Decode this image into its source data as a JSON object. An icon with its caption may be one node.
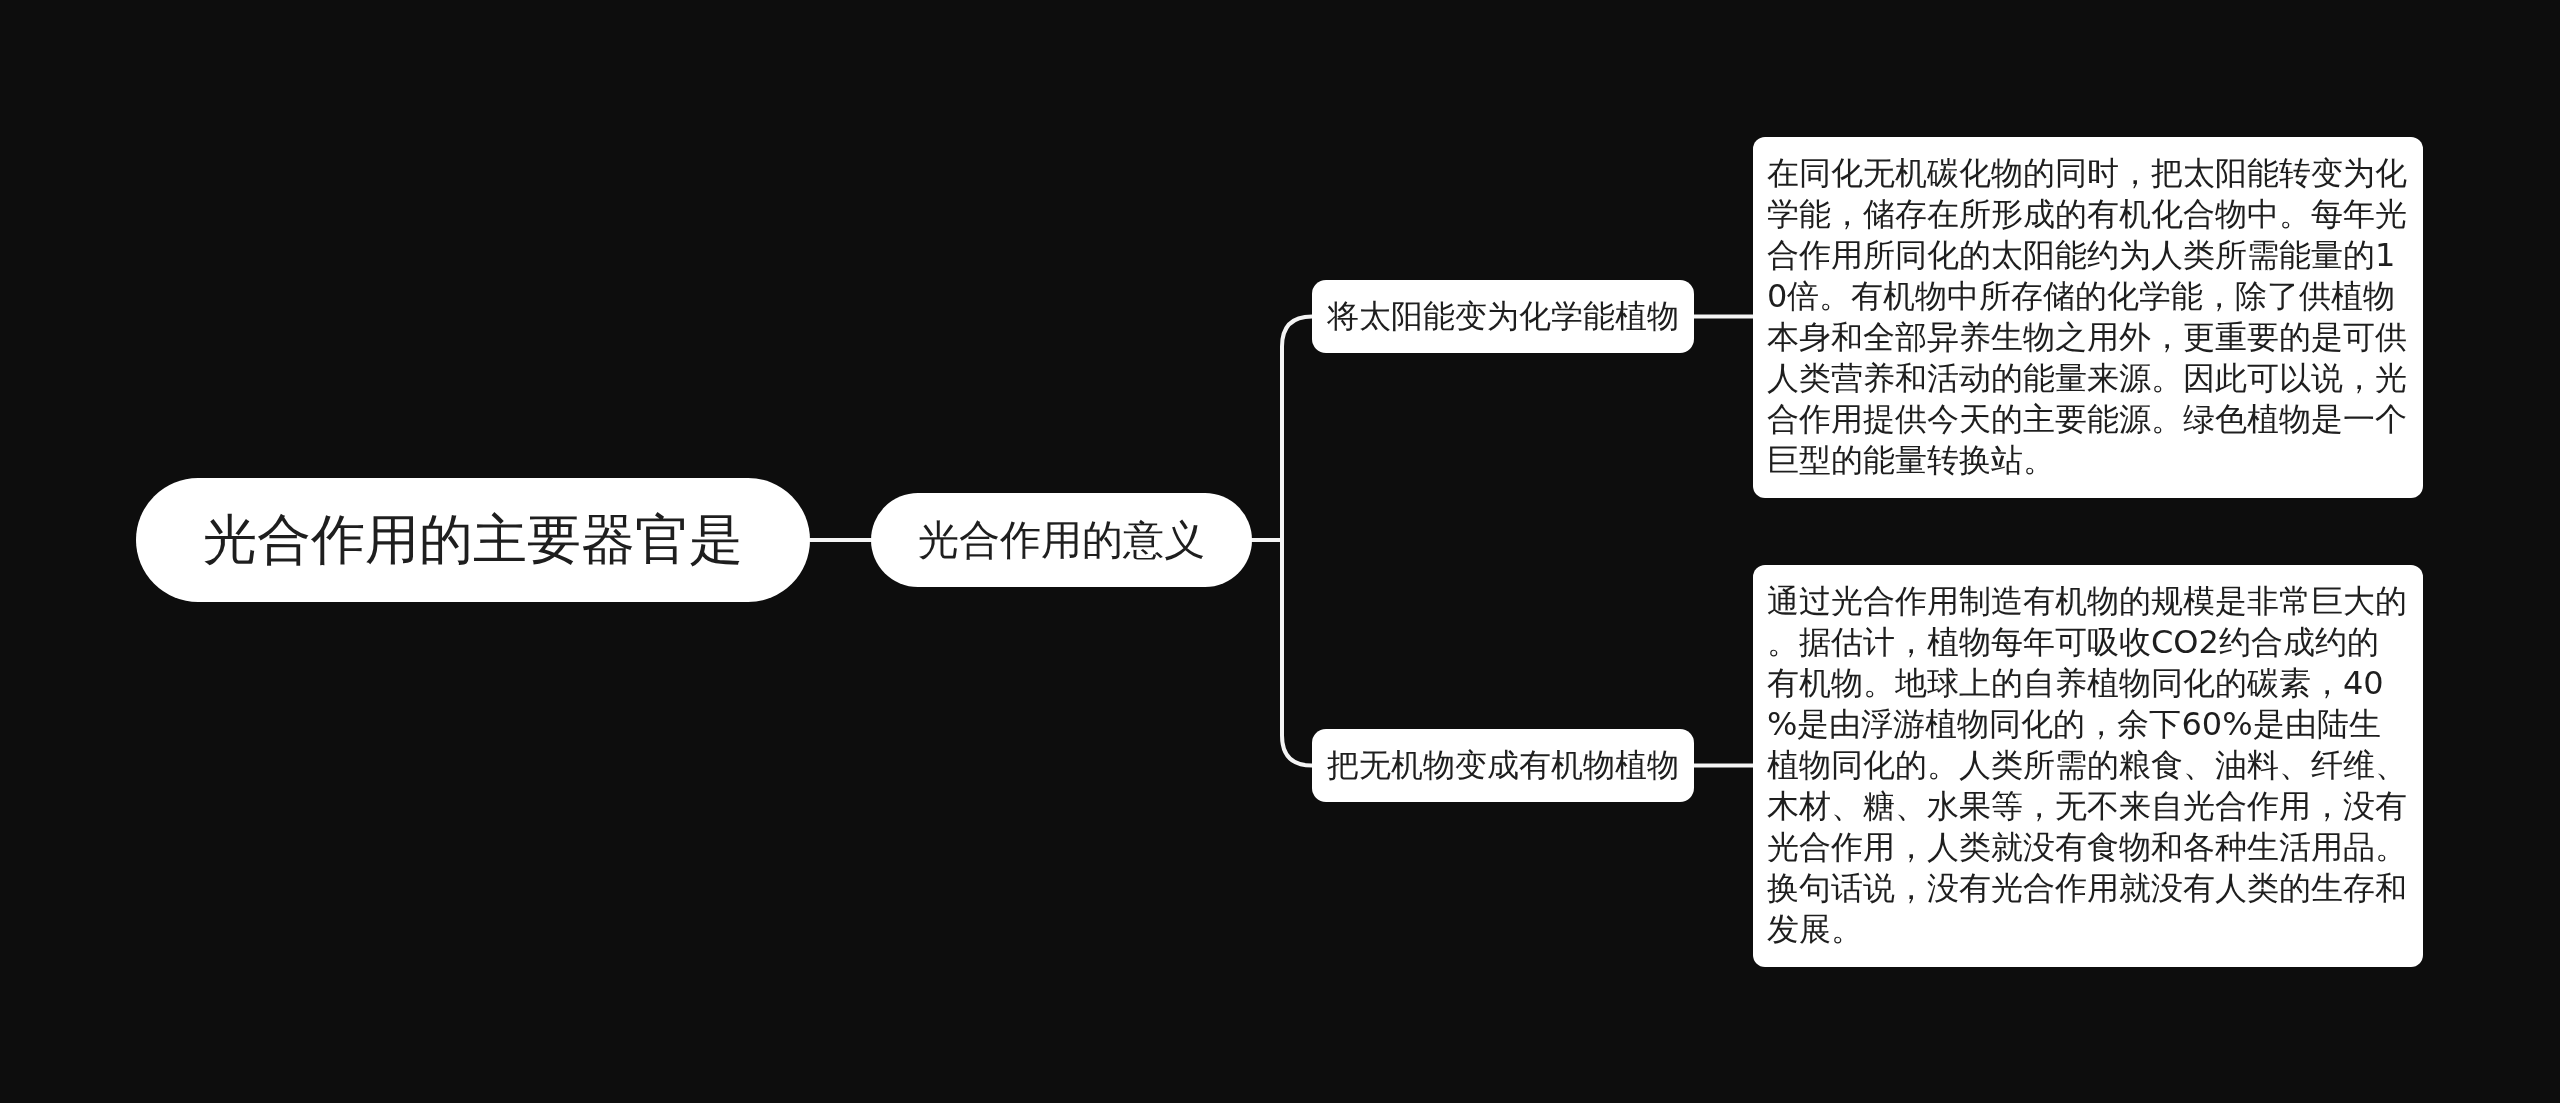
{
  "diagram": {
    "nodes": [
      {
        "text": [
          "光合作用的主要器官是"
        ]
      },
      {
        "text": [
          "光合作用的意义"
        ]
      },
      {
        "text": [
          "将太阳能变为化学能植物"
        ]
      },
      {
        "text": [
          "把无机物变成有机物植物"
        ]
      },
      {
        "text": [
          "在同化无机碳化物的同时，把太阳能转变为化学能，储存在所形成的有机化合物中。每年光合作用所同化的太阳能约为人类所需能量的10倍。有机物中所存储的化学能，除了供植物本身和全部异养生物之用外，更重要的是可供人类营养和活动的能量来源。因此可以说，光合作用提供今天的主要能源。绿色植物是一个巨型的能量转换站。"
        ]
      },
      {
        "text": [
          "通过光合作用制造有机物的规模是非常巨大的。据估计，植物每年可吸收CO2约合成约的有机物。地球上的自养植物同化的碳素，40%是由浮游植物同化的，余下60%是由陆生植物同化的。人类所需的粮食、油料、纤维、木材、糖、水果等，无不来自光合作用，没有光合作用，人类就没有食物和各种生活用品。换句话说，没有光合作用就没有人类的生存和发展。"
        ]
      }
    ],
    "edges": [
      {
        "from": 0,
        "to": 1,
        "arrow": "none"
      },
      {
        "from": 1,
        "to": 2,
        "arrow": "none"
      },
      {
        "from": 1,
        "to": 3,
        "arrow": "none"
      },
      {
        "from": 2,
        "to": 4,
        "arrow": "none"
      },
      {
        "from": 3,
        "to": 5,
        "arrow": "none"
      }
    ]
  }
}
